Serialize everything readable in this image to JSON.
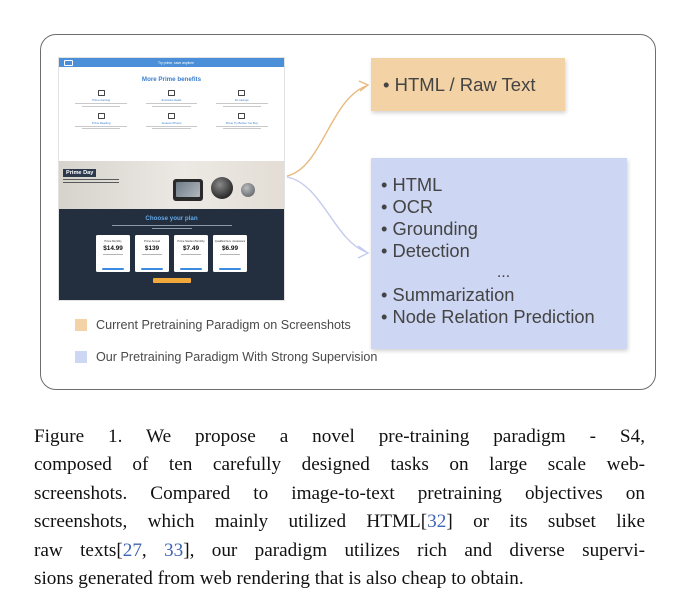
{
  "figure": {
    "screenshot": {
      "topbar_text": "Try prime, save anytime",
      "benefits_title": "More Prime benefits",
      "benefit_names": [
        "Prime Gaming",
        "Exclusive Deals",
        "Rx savings",
        "Prime Reading",
        "Amazon Photos",
        "Prime Try Before You Buy"
      ],
      "hero_title": "Prime Day",
      "plan_title": "Choose your plan",
      "plans": [
        {
          "name": "Prime Monthly",
          "price": "$14.99"
        },
        {
          "name": "Prime Annual",
          "price": "$139"
        },
        {
          "name": "Prime Student Monthly",
          "price": "$7.49"
        },
        {
          "name": "Qualified Gov. Assistance",
          "price": "$6.99"
        }
      ]
    },
    "legend": [
      {
        "label": "Current Pretraining Paradigm on Screenshots",
        "color": "#f3d2a5"
      },
      {
        "label": "Our Pretraining Paradigm With Strong Supervision",
        "color": "#cdd6f2"
      }
    ],
    "current_box": {
      "items": [
        "HTML / Raw Text"
      ],
      "color": "#f3d2a5"
    },
    "ours_box": {
      "items_top": [
        "HTML",
        "OCR",
        "Grounding",
        "Detection"
      ],
      "ellipsis": "...",
      "items_bottom": [
        "Summarization",
        "Node Relation Prediction"
      ],
      "color": "#cdd6f2"
    },
    "bullet": "•",
    "arrow_color_current": "#e9b97d",
    "arrow_color_ours": "#c4cbee"
  },
  "caption": {
    "lines": [
      {
        "text": "Figure 1.   We propose a novel pre-training paradigm - S4,"
      },
      {
        "text": "composed of ten carefully designed tasks on large scale web-"
      },
      {
        "text": "screenshots. Compared to image-to-text pretraining objectives on"
      },
      {
        "pre": "screenshots, which mainly utilized HTML[",
        "ref1": "32",
        "post": "] or its subset like"
      },
      {
        "pre": "raw texts[",
        "ref1": "27",
        "mid": ", ",
        "ref2": "33",
        "post": "], our paradigm utilizes rich and diverse supervi-"
      },
      {
        "text": "sions generated from web rendering that is also cheap to obtain."
      }
    ]
  }
}
